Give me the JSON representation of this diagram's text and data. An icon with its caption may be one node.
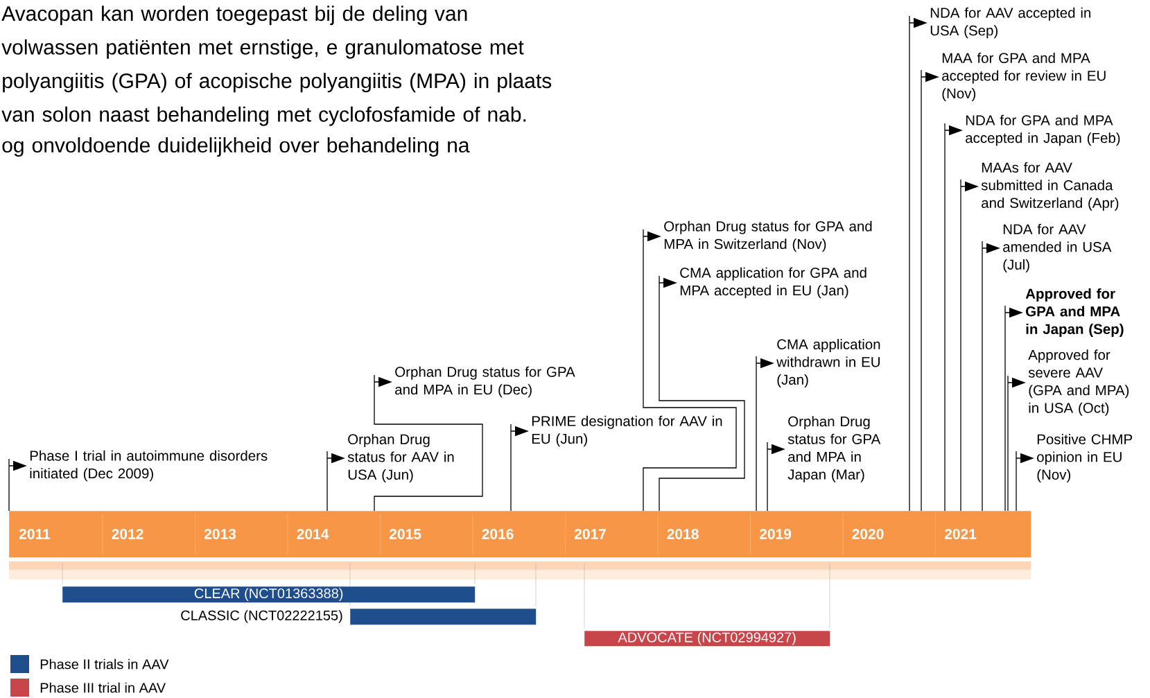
{
  "diagram": {
    "nodes": [
      {
        "text": [
          "2011",
          "2012",
          "2013",
          "2014",
          "2015",
          "2016",
          "2017",
          "2018",
          "2019",
          "2020",
          "2021"
        ]
      },
      {
        "text": [
          "Phase I trial in autoimmune disorders initiated (Dec 2009)"
        ]
      },
      {
        "text": [
          "Orphan Drug status for AAV in USA (Jun)"
        ]
      },
      {
        "text": [
          "Orphan Drug status for GPA and MPA in EU (Dec)"
        ]
      },
      {
        "text": [
          "PRIME designation for AAV in EU (Jun)"
        ]
      },
      {
        "text": [
          "Orphan Drug status for GPA and MPA in Switzerland (Nov)"
        ]
      },
      {
        "text": [
          "CMA application for GPA and MPA accepted in EU (Jan)"
        ]
      },
      {
        "text": [
          "CMA application withdrawn in EU (Jan)"
        ]
      },
      {
        "text": [
          "Orphan Drug status for GPA and MPA in Japan (Mar)"
        ]
      },
      {
        "text": [
          "NDA for AAV accepted in USA (Sep)"
        ]
      },
      {
        "text": [
          "MAA for GPA and MPA accepted for review in EU (Nov)"
        ]
      },
      {
        "text": [
          "NDA for GPA and MPA accepted in Japan (Feb)"
        ]
      },
      {
        "text": [
          "MAAs for AAV submitted in Canada and Switzerland (Apr)"
        ]
      },
      {
        "text": [
          "NDA for AAV amended in USA (Jul)"
        ]
      },
      {
        "text": [
          "Approved for GPA and MPA in Japan (Sep)"
        ]
      },
      {
        "text": [
          "Approved for severe AAV (GPA and MPA) in USA (Oct)"
        ]
      },
      {
        "text": [
          "Positive CHMP opinion in EU (Nov)"
        ]
      },
      {
        "text": [
          "CLEAR (NCT01363388)"
        ]
      },
      {
        "text": [],
        "shape": "bar",
        "beside": [
          "CLASSIC (NCT02222155)"
        ]
      },
      {
        "text": [
          "ADVOCATE (NCT02994927)"
        ]
      }
    ],
    "edges": [
      {
        "from": 0,
        "to": 1,
        "arrow": "to"
      },
      {
        "from": 0,
        "to": 2,
        "arrow": "to"
      },
      {
        "from": 0,
        "to": 3,
        "arrow": "to"
      },
      {
        "from": 0,
        "to": 4,
        "arrow": "to"
      },
      {
        "from": 0,
        "to": 5,
        "arrow": "to"
      },
      {
        "from": 0,
        "to": 6,
        "arrow": "to"
      },
      {
        "from": 0,
        "to": 7,
        "arrow": "to"
      },
      {
        "from": 0,
        "to": 8,
        "arrow": "to"
      },
      {
        "from": 0,
        "to": 9,
        "arrow": "to"
      },
      {
        "from": 0,
        "to": 10,
        "arrow": "to"
      },
      {
        "from": 0,
        "to": 11,
        "arrow": "to"
      },
      {
        "from": 0,
        "to": 12,
        "arrow": "to"
      },
      {
        "from": 0,
        "to": 13,
        "arrow": "to"
      },
      {
        "from": 0,
        "to": 14,
        "arrow": "to"
      },
      {
        "from": 0,
        "to": 15,
        "arrow": "to"
      },
      {
        "from": 0,
        "to": 16,
        "arrow": "to"
      }
    ],
    "labels": [
      "Avacopan kan worden toegepast bij de deling van volwassen patiënten met ernstige, e granulomatose met polyangiitis (GPA) of acopische polyangiitis (MPA) in plaats van solon naast behandeling met cyclofosfamide of nab.",
      "og onvoldoende duidelijkheid over behandeling na"
    ],
    "legend": [
      {
        "text": "Phase II trials in AAV",
        "color": "#1f4e8c"
      },
      {
        "text": "Phase III trial in AAV",
        "color": "#c8464a"
      }
    ]
  }
}
